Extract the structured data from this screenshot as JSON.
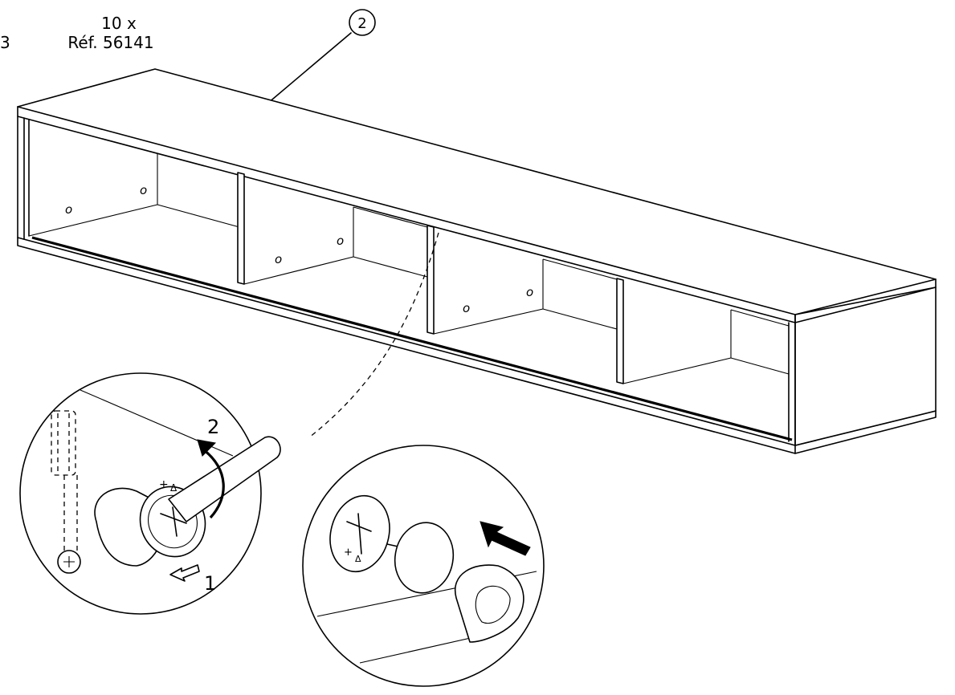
{
  "hardware": {
    "left_ref_fragment": "3",
    "quantity": "10 x",
    "reference": "Réf. 56141"
  },
  "callout": {
    "part_number": "2"
  },
  "hole_marks": [
    "o",
    "o",
    "o",
    "o",
    "o",
    "o"
  ],
  "detail_left": {
    "step_rotate": "2",
    "step_push": "1",
    "cam_symbol_top": "+",
    "cam_symbol_bottom": "Δ"
  },
  "detail_right": {
    "cam_symbol_top": "+",
    "cam_symbol_bottom": "Δ"
  }
}
